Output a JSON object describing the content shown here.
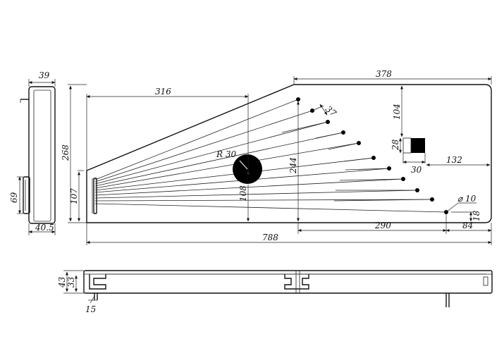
{
  "dimensions": {
    "top_width": "378",
    "left_top": "316",
    "height_total": "268",
    "height_left": "107",
    "height_upright": "244",
    "hole_offset": "108",
    "hole_radius": "R 30",
    "angle_mark": "37",
    "square_top": "104",
    "square_size": "28",
    "square_width": "30",
    "square_right": "132",
    "pin_diam": "⌀ 10",
    "pin_offset": "18",
    "bottom_290": "290",
    "bottom_84": "84",
    "overall_length": "788",
    "side_top": "39",
    "side_height": "69",
    "side_bottom": "40.5",
    "profile_43": "43",
    "profile_33": "33",
    "profile_15": "15"
  }
}
